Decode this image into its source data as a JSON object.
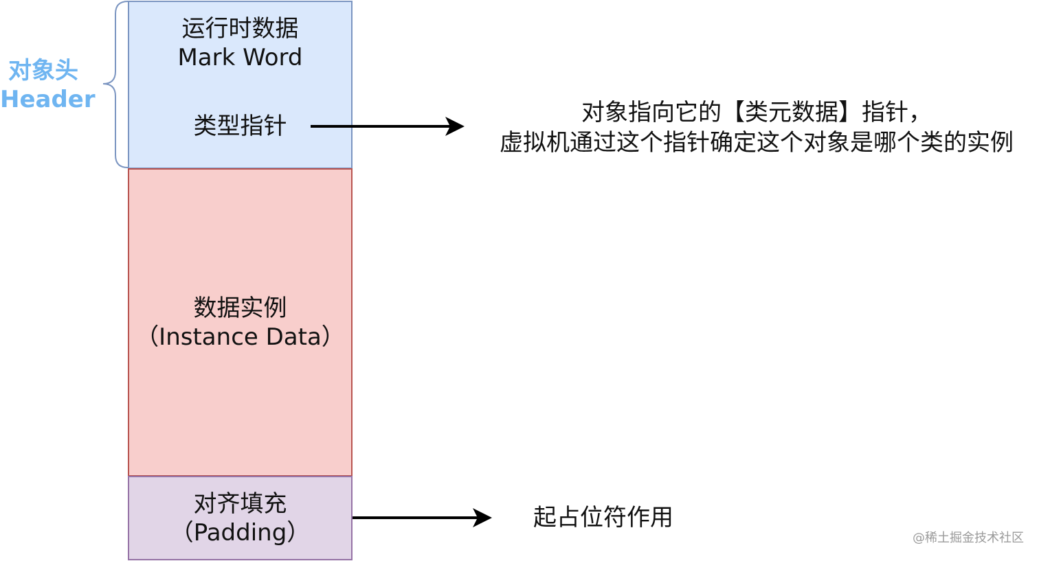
{
  "colors": {
    "header_fill": "#dae8fc",
    "header_border": "#7b95c1",
    "instance_fill": "#f8cecc",
    "instance_border": "#b85450",
    "padding_fill": "#e1d5e7",
    "padding_border": "#9673a6",
    "header_label": "#6fb5f1",
    "watermark": "#9a9a9a"
  },
  "header_label": {
    "line1": "对象头",
    "line2": "Header"
  },
  "blocks": {
    "mark_word": {
      "line1": "运行时数据",
      "line2": "Mark Word"
    },
    "class_pointer": {
      "line1": "类型指针"
    },
    "instance_data": {
      "line1": "数据实例",
      "line2": "（Instance Data）"
    },
    "padding": {
      "line1": "对齐填充",
      "line2": "（Padding）"
    }
  },
  "annotations": {
    "class_pointer_desc": {
      "line1": "对象指向它的【类元数据】指针，",
      "line2": "虚拟机通过这个指针确定这个对象是哪个类的实例"
    },
    "padding_desc": "起占位符作用"
  },
  "watermark": "@稀土掘金技术社区"
}
